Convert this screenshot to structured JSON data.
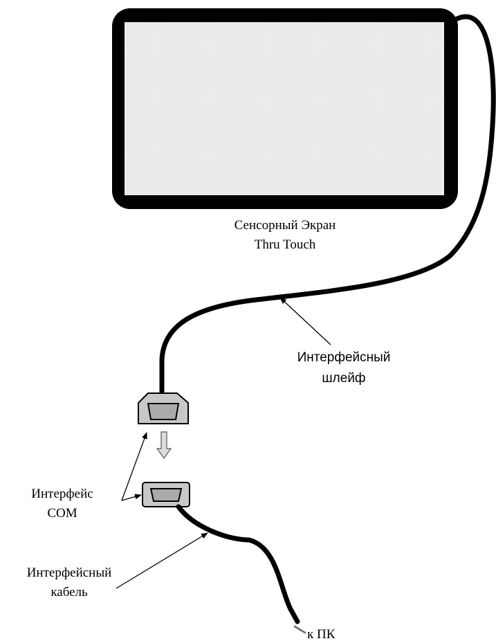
{
  "screen": {
    "title_line1": "Сенсорный Экран",
    "title_line2": "Thru Touch"
  },
  "labels": {
    "ribbon_line1": "Интерфейсный",
    "ribbon_line2": "шлейф",
    "com_line1": "Интерфейс",
    "com_line2": "COM",
    "cable_line1": "Интерфейсный",
    "cable_line2": "кабель",
    "to_pc": "к ПК"
  },
  "colors": {
    "frame": "#000000",
    "screen_fill": "#eeeeee",
    "connector_fill": "#c8c8c8",
    "arrow_fill": "#dddddd"
  }
}
